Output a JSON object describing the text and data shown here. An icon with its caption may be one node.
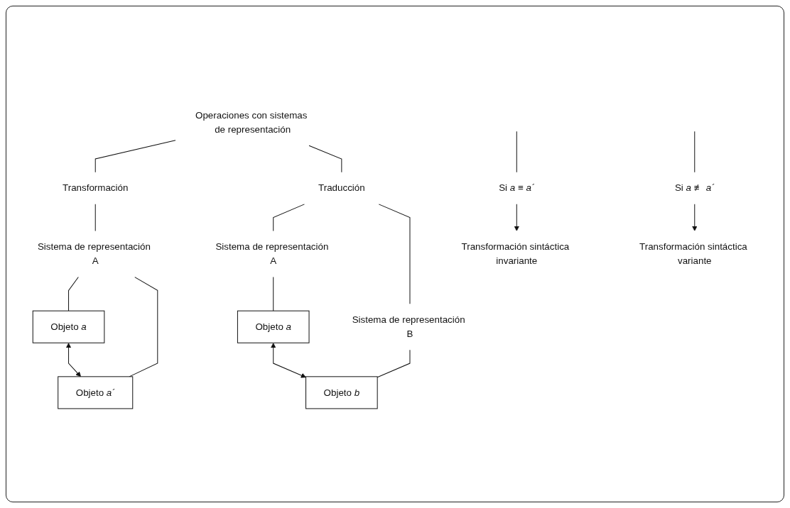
{
  "diagram": {
    "nodes": [
      {
        "text": [
          "Operaciones con sistemas de representación"
        ]
      },
      {
        "text": [
          "Transformación"
        ]
      },
      {
        "text": [
          "Traducción"
        ]
      },
      {
        "text": [
          "Sistema de representación A"
        ]
      },
      {
        "text": [
          "Sistema de representación A"
        ]
      },
      {
        "text": [
          "Sistema de representación B"
        ]
      },
      {
        "text": [
          "Objeto *a*"
        ]
      },
      {
        "text": [
          "Objeto *a´*"
        ]
      },
      {
        "text": [
          "Objeto *a*"
        ]
      },
      {
        "text": [
          "Objeto *b*"
        ]
      },
      {
        "text": [
          "Si *a* ≡ *a´*"
        ]
      },
      {
        "text": [
          "Si *a* ≢ *a´*"
        ]
      },
      {
        "text": [
          "Transformación sintáctica invariante"
        ]
      },
      {
        "text": [
          "Transformación sintáctica variante"
        ]
      }
    ],
    "edges": [
      {
        "from": 0,
        "to": 1,
        "arrow": "none"
      },
      {
        "from": 0,
        "to": 2,
        "arrow": "none"
      },
      {
        "from": 1,
        "to": 3,
        "arrow": "none"
      },
      {
        "from": 2,
        "to": 4,
        "arrow": "none"
      },
      {
        "from": 2,
        "to": 5,
        "arrow": "none"
      },
      {
        "from": 3,
        "to": 6,
        "arrow": "none"
      },
      {
        "from": 3,
        "to": 7,
        "arrow": "none"
      },
      {
        "from": 6,
        "to": 7,
        "arrow": "both"
      },
      {
        "from": 4,
        "to": 8,
        "arrow": "none"
      },
      {
        "from": 5,
        "to": 9,
        "arrow": "none"
      },
      {
        "from": 8,
        "to": 9,
        "arrow": "both"
      },
      {
        "from": null,
        "to": 10,
        "arrow": "none"
      },
      {
        "from": null,
        "to": 11,
        "arrow": "none"
      },
      {
        "from": 10,
        "to": 12,
        "arrow": "to"
      },
      {
        "from": 11,
        "to": 13,
        "arrow": "to"
      }
    ]
  }
}
